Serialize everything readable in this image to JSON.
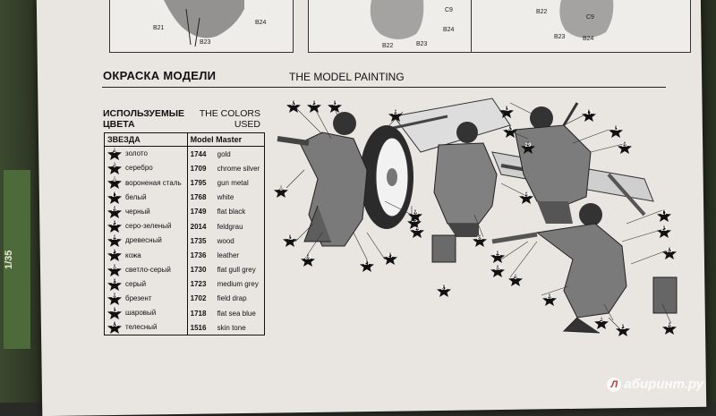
{
  "section": {
    "title_ru": "ОКРАСКА МОДЕЛИ",
    "title_en": "THE MODEL PAINTING",
    "colors_heading_ru": "ИСПОЛЬЗУЕМЫЕ ЦВЕТА",
    "colors_heading_en": "THE COLORS USED"
  },
  "table": {
    "header_brand": "ЗВЕЗДА",
    "header_mm": "Model Master",
    "rows": [
      {
        "no": "3",
        "ru": "золото",
        "mm_no": "1744",
        "en": "gold"
      },
      {
        "no": "5",
        "ru": "серебро",
        "mm_no": "1709",
        "en": "chrome silver"
      },
      {
        "no": "8",
        "ru": "вороненая сталь",
        "mm_no": "1795",
        "en": "gun metal"
      },
      {
        "no": "17",
        "ru": "белый",
        "mm_no": "1768",
        "en": "white"
      },
      {
        "no": "20",
        "ru": "черный",
        "mm_no": "1749",
        "en": "flat black"
      },
      {
        "no": "22",
        "ru": "серо-зеленый",
        "mm_no": "2014",
        "en": "feldgrau"
      },
      {
        "no": "25",
        "ru": "древесный",
        "mm_no": "1735",
        "en": "wood"
      },
      {
        "no": "27",
        "ru": "кожа",
        "mm_no": "1736",
        "en": "leather"
      },
      {
        "no": "30",
        "ru": "светло-серый",
        "mm_no": "1730",
        "en": "flat gull grey"
      },
      {
        "no": "31",
        "ru": "серый",
        "mm_no": "1723",
        "en": "medium grey"
      },
      {
        "no": "39",
        "ru": "брезент",
        "mm_no": "1702",
        "en": "field drap"
      },
      {
        "no": "42",
        "ru": "шаровый",
        "mm_no": "1718",
        "en": "flat sea blue"
      },
      {
        "no": "53",
        "ru": "телесный",
        "mm_no": "1516",
        "en": "skin tone"
      }
    ]
  },
  "top_parts": {
    "p1": [
      "B21",
      "B23",
      "B24"
    ],
    "p2": [
      "C9",
      "B22",
      "B23",
      "B24"
    ],
    "p3": [
      "B22",
      "C9",
      "B23",
      "B24"
    ]
  },
  "callouts": [
    "53",
    "22",
    "42",
    "28",
    "8",
    "42",
    "39",
    "25",
    "27",
    "27",
    "25",
    "20",
    "29",
    "39",
    "31",
    "42",
    "53",
    "17",
    "42",
    "20",
    "29",
    "25",
    "30",
    "3",
    "20",
    "17",
    "22",
    "53",
    "5",
    "22",
    "20"
  ],
  "watermark": "абиринт.ру",
  "box_label": "1/35"
}
